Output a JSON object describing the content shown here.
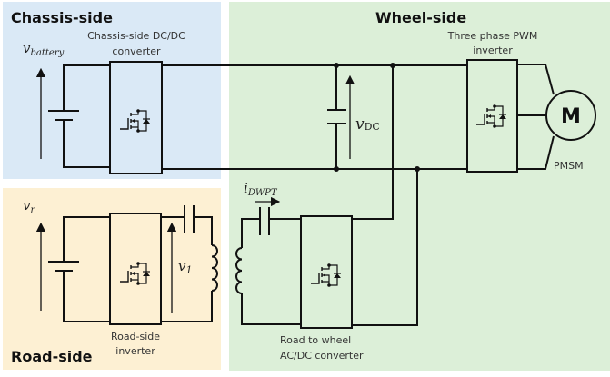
{
  "regions": {
    "chassis": {
      "title": "Chassis-side",
      "color": "#dae9f6"
    },
    "road": {
      "title": "Road-side",
      "color": "#fdf0d3"
    },
    "wheel": {
      "title": "Wheel-side",
      "color": "#dcefd8"
    }
  },
  "components": {
    "chassis_converter": {
      "line1": "Chassis-side DC/DC",
      "line2": "converter"
    },
    "pwm_inverter": {
      "line1": "Three phase PWM",
      "line2": "inverter"
    },
    "motor": {
      "symbol": "M",
      "label": "PMSM"
    },
    "road_inverter": {
      "line1": "Road-side",
      "line2": "inverter"
    },
    "acdc_converter": {
      "line1": "Road to wheel",
      "line2": "AC/DC converter"
    }
  },
  "variables": {
    "v_battery": {
      "main": "v",
      "sub": "battery"
    },
    "v_dc": {
      "main": "v",
      "sub": "DC"
    },
    "v_r": {
      "main": "v",
      "sub": "r"
    },
    "v_1": {
      "main": "v",
      "sub": "1"
    },
    "i_dwpt": {
      "main": "i",
      "sub": "DWPT"
    }
  }
}
